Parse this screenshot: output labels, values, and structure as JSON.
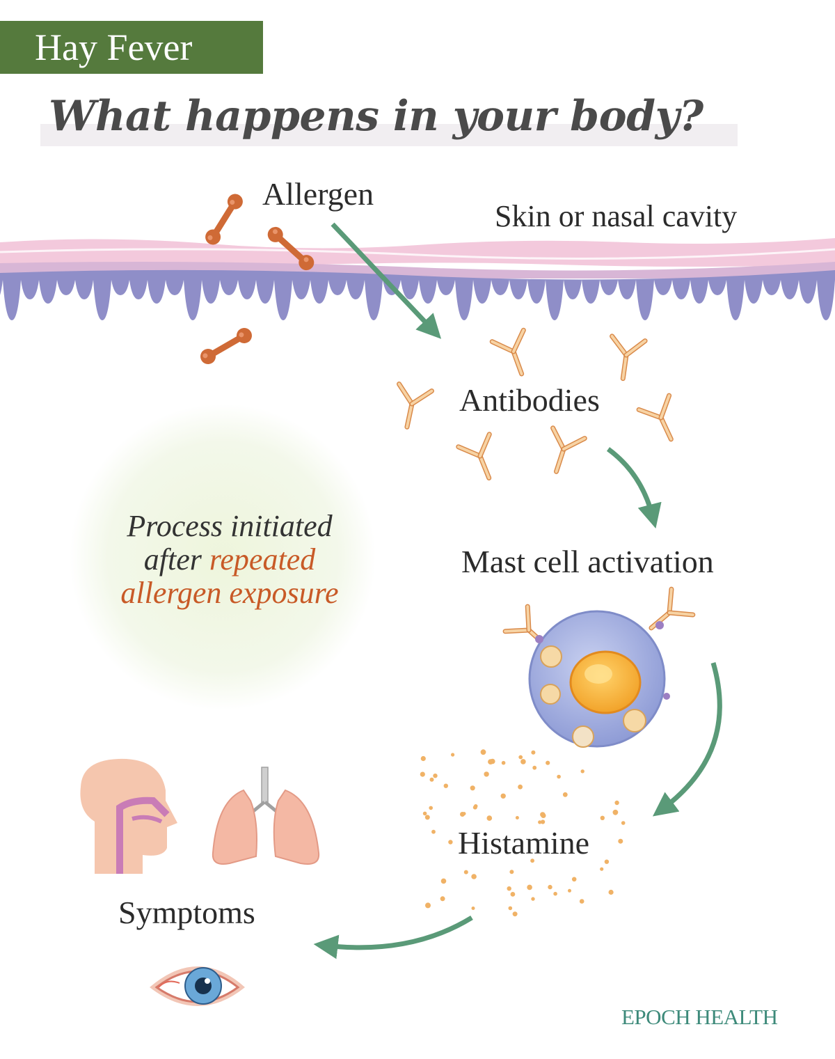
{
  "header": {
    "tag": "Hay Fever",
    "title": "What happens in your body?"
  },
  "labels": {
    "allergen": "Allergen",
    "skin": "Skin or nasal cavity",
    "antibodies": "Antibodies",
    "mast_cell": "Mast cell activation",
    "histamine": "Histamine",
    "symptoms": "Symptoms"
  },
  "note": {
    "line1": "Process initiated",
    "line2_plain": "after ",
    "line2_highlight": "repeated",
    "line3_highlight": "allergen exposure"
  },
  "brand": "EPOCH HEALTH",
  "colors": {
    "tag_bg": "#557a3d",
    "arrow": "#5a9a78",
    "allergen": "#cf6a36",
    "highlight": "#c85a27",
    "antibody": "#f3c58c",
    "cell": "#a9b4e2",
    "nucleus": "#f6b43a",
    "histamine": "#f0b266",
    "brand": "#3d8a7a"
  }
}
